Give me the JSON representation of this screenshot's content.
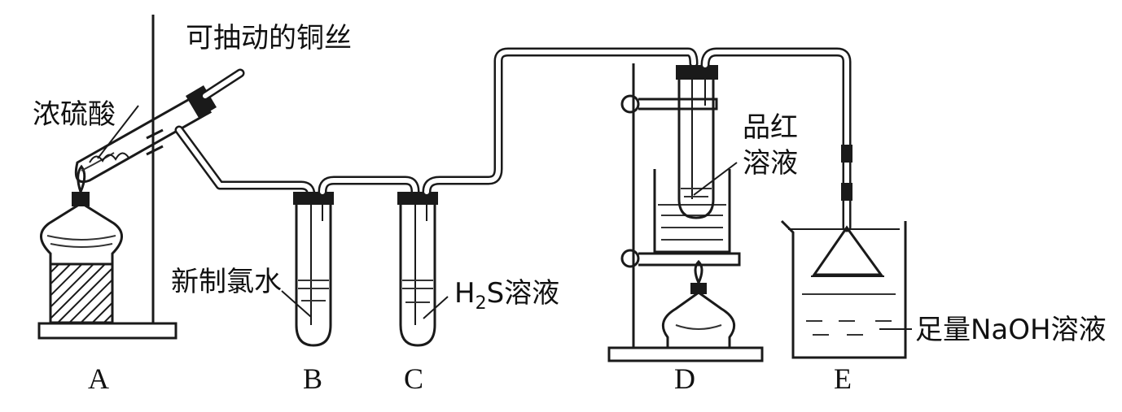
{
  "labels": {
    "copper_wire": "可抽动的铜丝",
    "conc_sulfuric_acid": "浓硫酸",
    "chlorine_water": "新制氯水",
    "h2s_prefix": "H",
    "h2s_sub": "2",
    "h2s_suffix": "S溶液",
    "magenta_line1": "品红",
    "magenta_line2": "溶液",
    "naoh_solution": "足量NaOH溶液"
  },
  "apparatus": [
    {
      "id": "A",
      "label": "A"
    },
    {
      "id": "B",
      "label": "B"
    },
    {
      "id": "C",
      "label": "C"
    },
    {
      "id": "D",
      "label": "D"
    },
    {
      "id": "E",
      "label": "E"
    }
  ]
}
